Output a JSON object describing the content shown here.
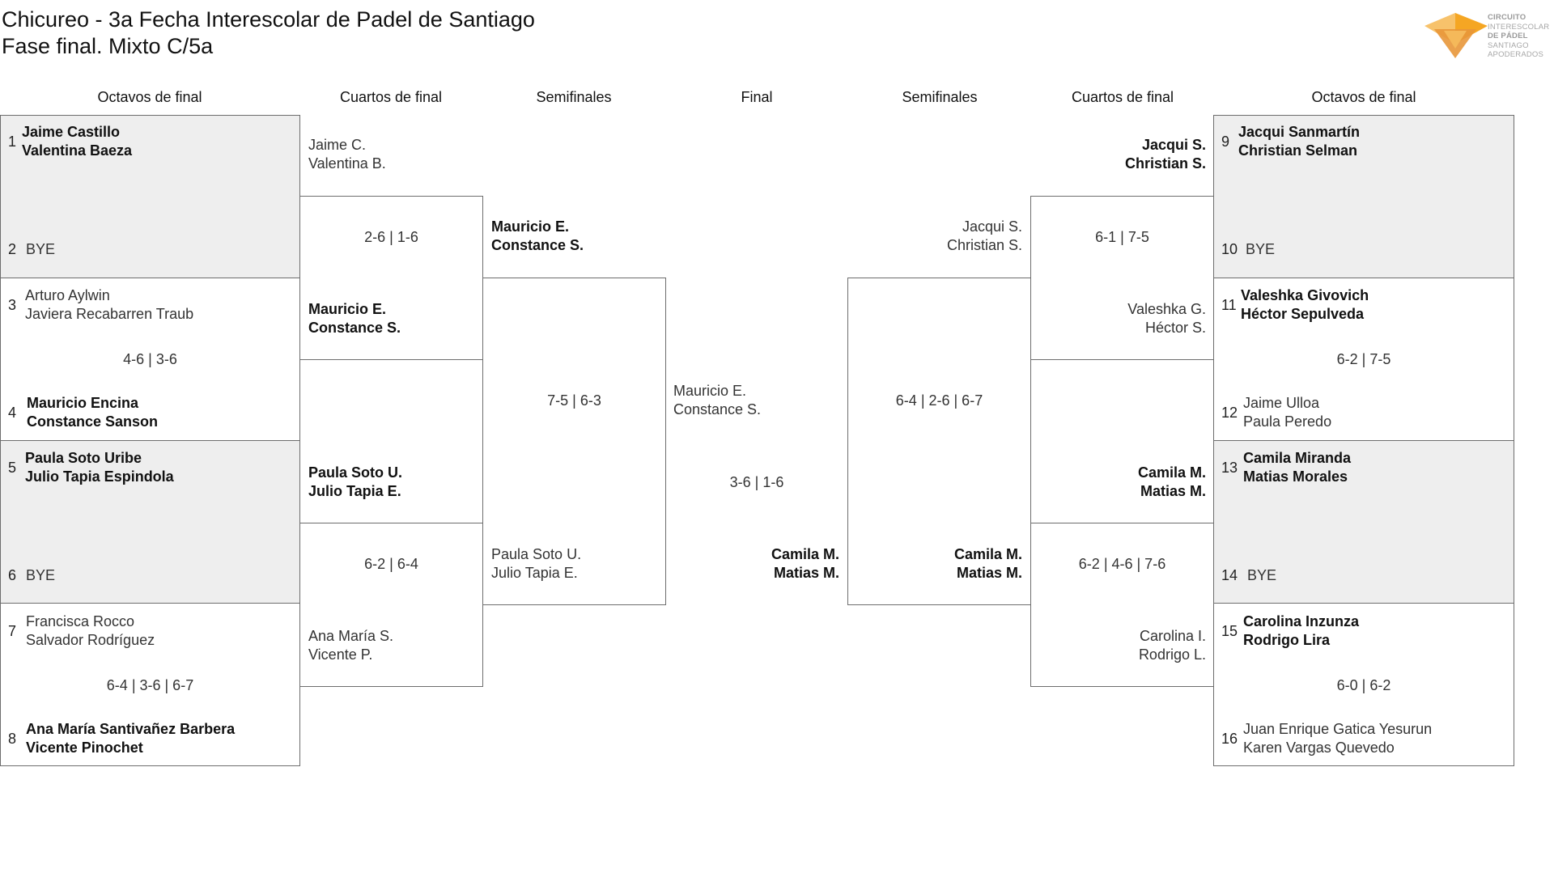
{
  "title": {
    "line1": "Chicureo - 3a Fecha Interescolar de Padel de Santiago",
    "line2": "Fase final. Mixto C/5a"
  },
  "logo": {
    "line1": "CIRCUITO",
    "line2": "INTERESCOLAR",
    "line3": "DE PÁDEL",
    "line4": "SANTIAGO",
    "line5": "APODERADOS",
    "colors": [
      "#f5a623",
      "#f7c26b",
      "#e8973a"
    ]
  },
  "headers": {
    "left_r16": "Octavos de final",
    "left_qf": "Cuartos de final",
    "left_sf": "Semifinales",
    "final": "Final",
    "right_sf": "Semifinales",
    "right_qf": "Cuartos de final",
    "right_r16": "Octavos de final"
  },
  "r16": [
    {
      "seed": "1",
      "p1": "Jaime Castillo",
      "p2": "Valentina Baeza"
    },
    {
      "seed": "2",
      "p1": "BYE",
      "p2": ""
    },
    {
      "seed": "3",
      "p1": "Arturo Aylwin",
      "p2": "Javiera Recabarren Traub"
    },
    {
      "seed": "4",
      "p1": "Mauricio Encina",
      "p2": "Constance Sanson"
    },
    {
      "seed": "5",
      "p1": "Paula Soto Uribe",
      "p2": "Julio Tapia Espindola"
    },
    {
      "seed": "6",
      "p1": "BYE",
      "p2": ""
    },
    {
      "seed": "7",
      "p1": "Francisca Rocco",
      "p2": "Salvador Rodríguez"
    },
    {
      "seed": "8",
      "p1": "Ana María Santivañez Barbera",
      "p2": "Vicente Pinochet"
    },
    {
      "seed": "9",
      "p1": "Jacqui Sanmartín",
      "p2": "Christian Selman"
    },
    {
      "seed": "10",
      "p1": "BYE",
      "p2": ""
    },
    {
      "seed": "11",
      "p1": "Valeshka Givovich",
      "p2": "Héctor Sepulveda"
    },
    {
      "seed": "12",
      "p1": "Jaime Ulloa",
      "p2": "Paula Peredo"
    },
    {
      "seed": "13",
      "p1": "Camila Miranda",
      "p2": "Matias Morales"
    },
    {
      "seed": "14",
      "p1": "BYE",
      "p2": ""
    },
    {
      "seed": "15",
      "p1": "Carolina Inzunza",
      "p2": "Rodrigo Lira"
    },
    {
      "seed": "16",
      "p1": "Juan Enrique Gatica Yesurun",
      "p2": "Karen Vargas Quevedo"
    }
  ],
  "r16_scores": [
    "",
    "4-6 | 3-6",
    "",
    "6-4 | 3-6 | 6-7",
    "",
    "6-2 | 7-5",
    "",
    "6-0 | 6-2"
  ],
  "qf": [
    {
      "p1": "Jaime C.",
      "p2": "Valentina B."
    },
    {
      "p1": "Mauricio E.",
      "p2": "Constance S."
    },
    {
      "p1": "Paula Soto U.",
      "p2": "Julio Tapia E."
    },
    {
      "p1": "Ana María S.",
      "p2": "Vicente P."
    },
    {
      "p1": "Jacqui S.",
      "p2": "Christian S."
    },
    {
      "p1": "Valeshka G.",
      "p2": "Héctor S."
    },
    {
      "p1": "Camila M.",
      "p2": "Matias M."
    },
    {
      "p1": "Carolina I.",
      "p2": "Rodrigo L."
    }
  ],
  "qf_scores": [
    "2-6 | 1-6",
    "6-2 | 6-4",
    "6-1 | 7-5",
    "6-2 | 4-6 | 7-6"
  ],
  "sf": [
    {
      "p1": "Mauricio E.",
      "p2": "Constance S."
    },
    {
      "p1": "Paula Soto U.",
      "p2": "Julio Tapia E."
    },
    {
      "p1": "Jacqui S.",
      "p2": "Christian S."
    },
    {
      "p1": "Camila M.",
      "p2": "Matias M."
    }
  ],
  "sf_scores": [
    "7-5 | 6-3",
    "6-4 | 2-6 | 6-7"
  ],
  "final": [
    {
      "p1": "Mauricio E.",
      "p2": "Constance S."
    },
    {
      "p1": "Camila M.",
      "p2": "Matias M."
    }
  ],
  "final_score": "3-6 | 1-6"
}
